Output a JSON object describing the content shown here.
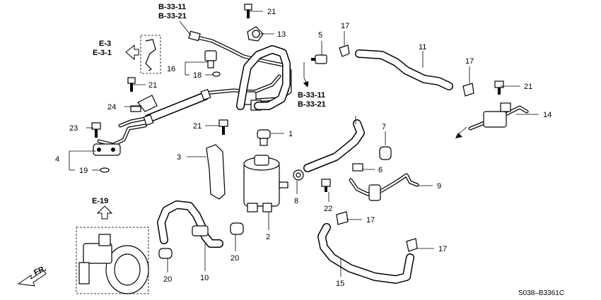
{
  "callouts": {
    "p1": "1",
    "p2": "2",
    "p3": "3",
    "p4": "4",
    "p5": "5",
    "p6": "6",
    "p7": "7",
    "p8": "8",
    "p9": "9",
    "p10": "10",
    "p11": "11",
    "p13": "13",
    "p14": "14",
    "p15": "15",
    "p16": "16",
    "p17a": "17",
    "p17b": "17",
    "p17c": "17",
    "p17d": "17",
    "p18": "18",
    "p19": "19",
    "p20a": "20",
    "p20b": "20",
    "p21a": "21",
    "p21b": "21",
    "p21c": "21",
    "p21d": "21",
    "p22": "22",
    "p23": "23",
    "p24": "24"
  },
  "references": {
    "b3311_top": "B-33-11",
    "b3321_top": "B-33-21",
    "b3311_mid": "B-33-11",
    "b3321_mid": "B-33-21",
    "e3": "E-3",
    "e31": "E-3-1",
    "e19": "E-19"
  },
  "front_label": "FR.",
  "diagram_code": "S038–B3361C",
  "colors": {
    "ink": "#000000",
    "paper": "#ffffff"
  }
}
